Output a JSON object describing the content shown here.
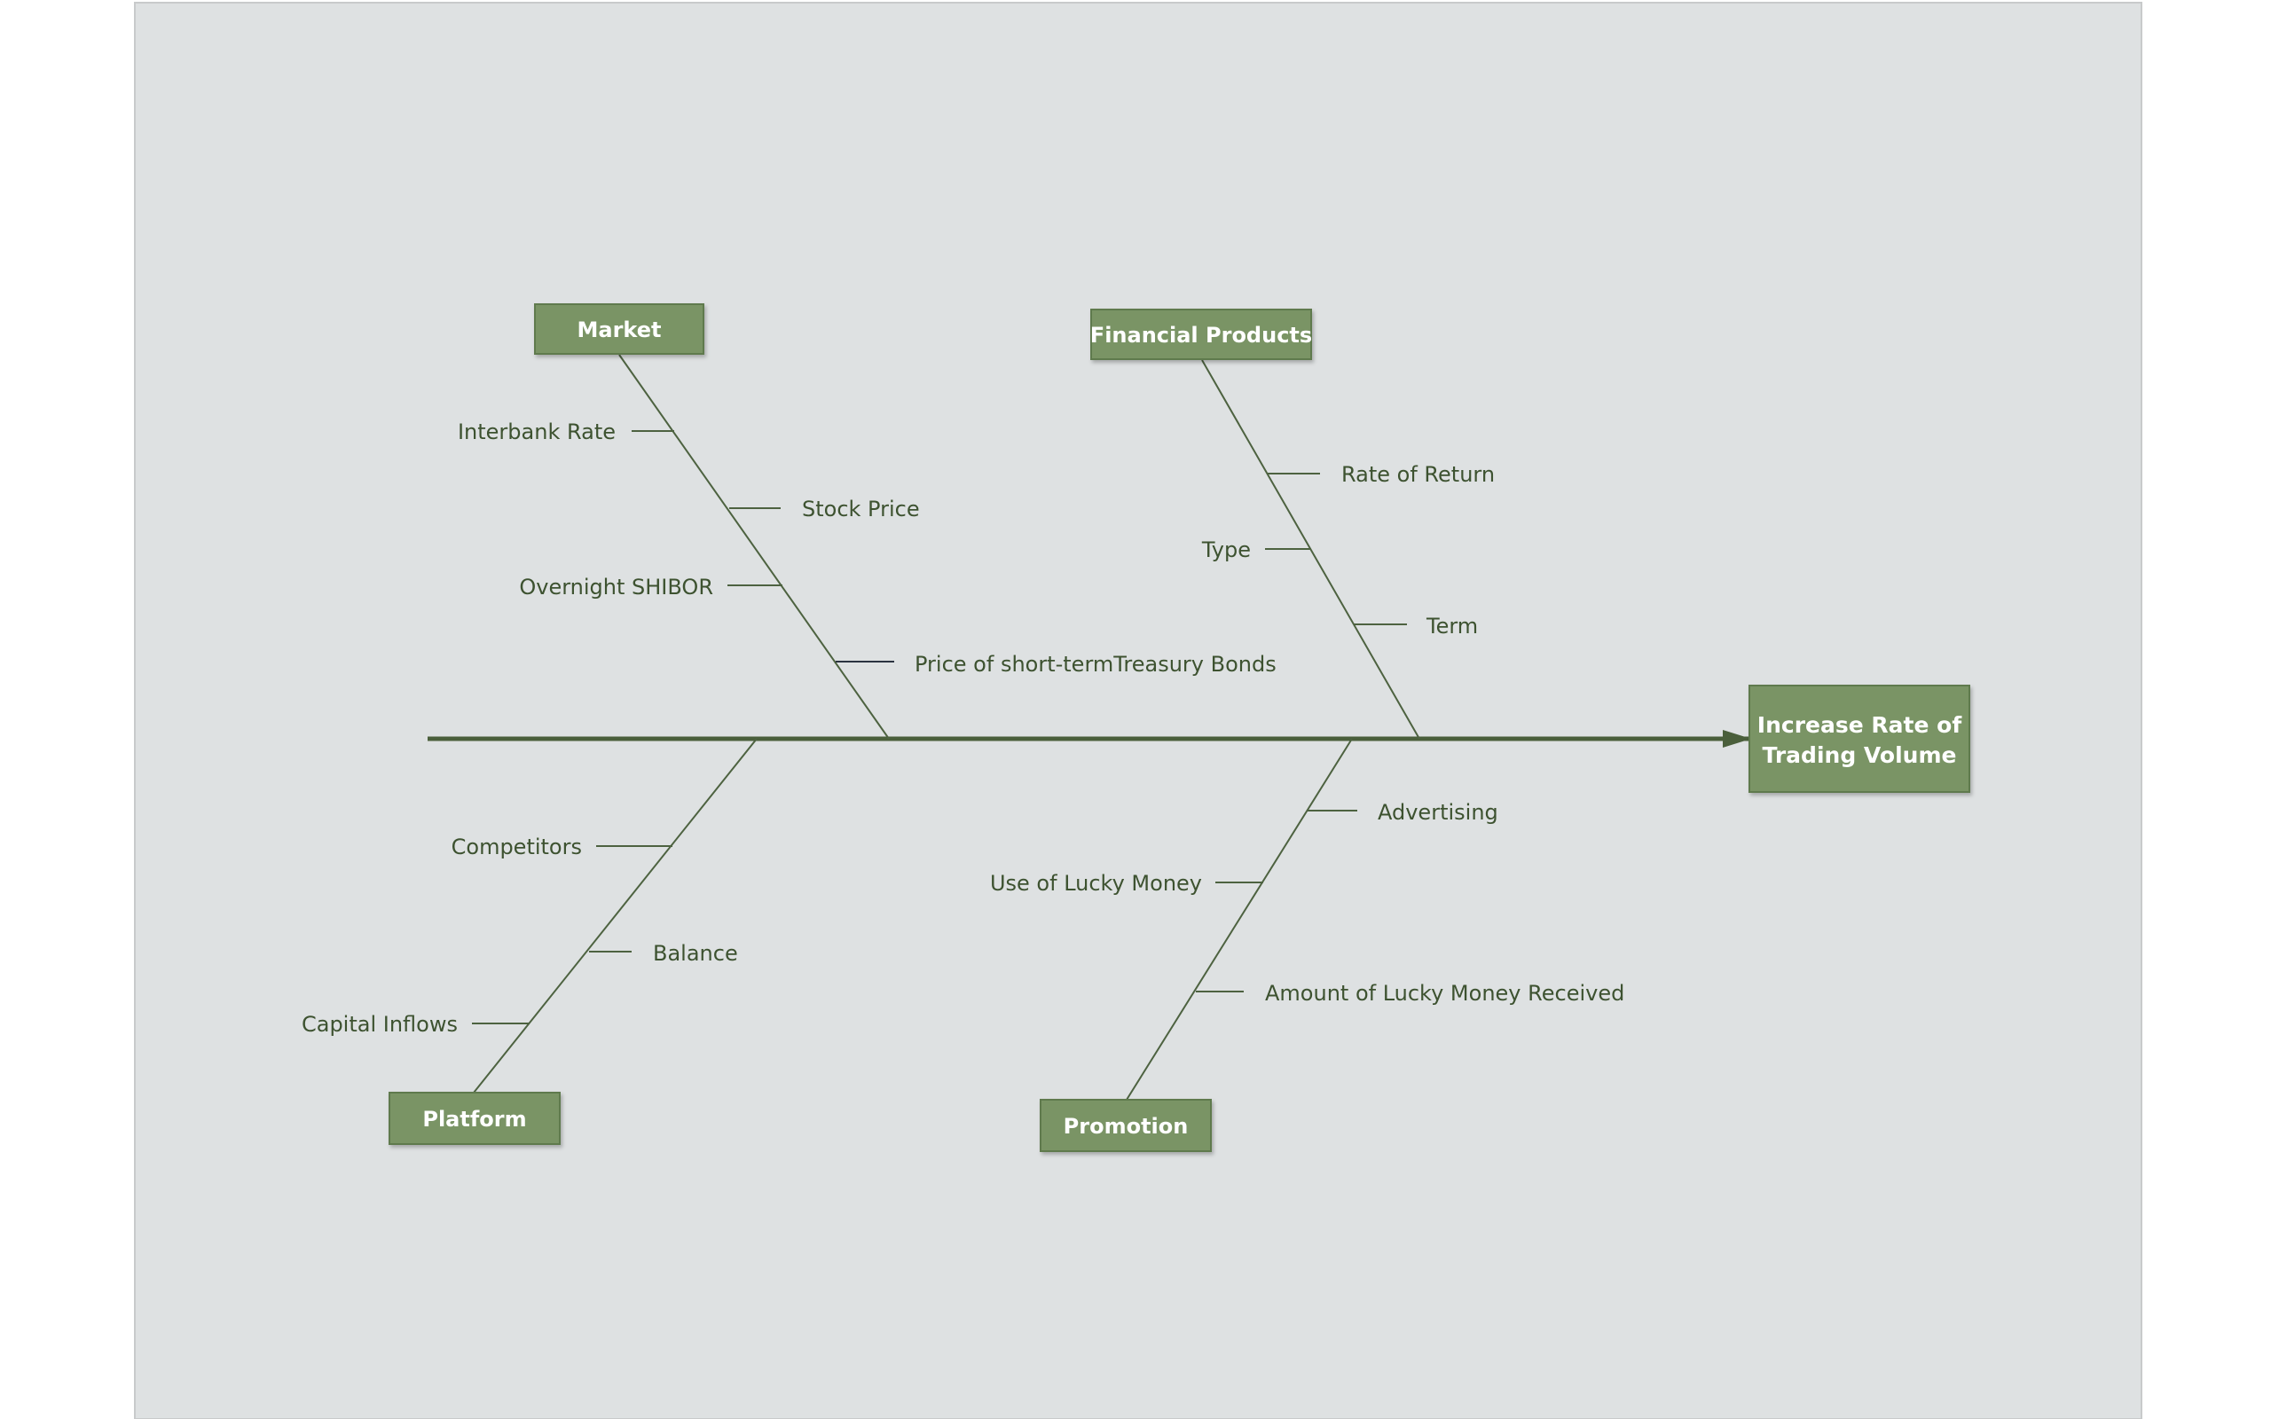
{
  "diagram": {
    "type": "fishbone",
    "effect": {
      "lines": [
        "Increase Rate of",
        "Trading Volume"
      ]
    },
    "categories": [
      {
        "id": "market",
        "label": "Market",
        "causes": [
          "Interbank Rate",
          "Stock Price",
          "Overnight SHIBOR",
          "Price of short-termTreasury Bonds"
        ]
      },
      {
        "id": "financial-products",
        "label": "Financial Products",
        "causes": [
          "Rate of Return",
          "Type",
          "Term"
        ]
      },
      {
        "id": "platform",
        "label": "Platform",
        "causes": [
          "Competitors",
          "Balance",
          "Capital Inflows"
        ]
      },
      {
        "id": "promotion",
        "label": "Promotion",
        "causes": [
          "Advertising",
          "Use of Lucky Money",
          "Amount of Lucky Money Received"
        ]
      }
    ]
  },
  "colors": {
    "canvas": "#dee1e2",
    "box_fill": "#7a9465",
    "box_stroke": "#5e7a4d",
    "spine": "#4a5f3b",
    "bone": "#4d6240",
    "text": "#3d5230",
    "box_text": "#ffffff"
  }
}
